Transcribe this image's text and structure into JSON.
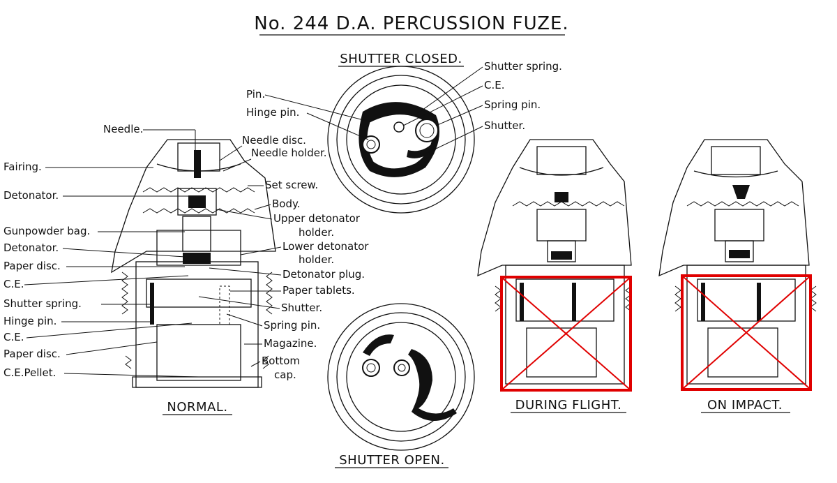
{
  "title": "No. 244 D.A. PERCUSSION FUZE.",
  "views": {
    "shutter_closed": "SHUTTER CLOSED.",
    "shutter_open": "SHUTTER OPEN.",
    "normal": "NORMAL.",
    "during_flight": "DURING FLIGHT.",
    "on_impact": "ON IMPACT."
  },
  "labels_left": [
    "Needle.",
    "Fairing.",
    "Detonator.",
    "Gunpowder bag.",
    "Detonator.",
    "Paper disc.",
    "C.E.",
    "Shutter spring.",
    "Hinge pin.",
    "C.E.",
    "Paper disc.",
    "C.E.Pellet."
  ],
  "labels_right": [
    "Needle disc.",
    "Needle holder.",
    "Set screw.",
    "Body.",
    "Upper detonator",
    "holder.",
    "Lower detonator",
    "holder.",
    "Detonator plug.",
    "Paper tablets.",
    "Shutter.",
    "Spring pin.",
    "Magazine.",
    "Bottom",
    "cap."
  ],
  "labels_closed": [
    "Pin.",
    "Hinge pin.",
    "Shutter spring.",
    "C.E.",
    "Spring pin.",
    "Shutter."
  ]
}
